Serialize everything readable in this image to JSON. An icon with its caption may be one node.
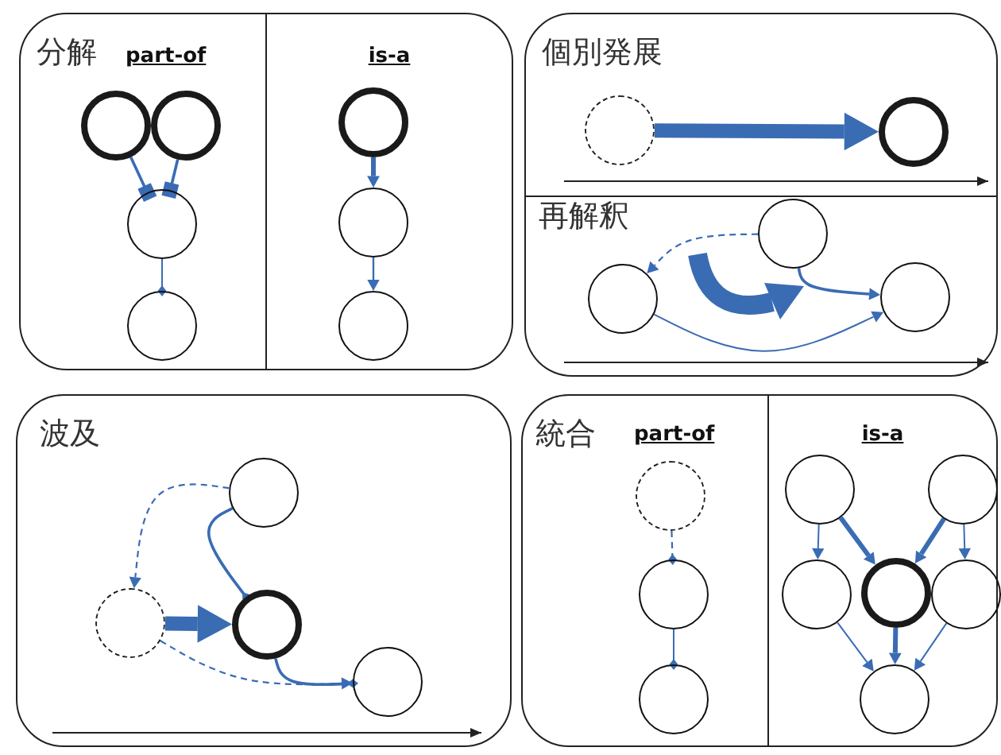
{
  "diagram": {
    "nodes": [
      {
        "text": [
          "分解",
          "part-of"
        ]
      },
      {
        "text": [],
        "shape": "circle",
        "in": 0
      },
      {
        "text": [],
        "shape": "circle",
        "in": 0
      },
      {
        "text": [],
        "shape": "circle",
        "in": 0
      },
      {
        "text": [],
        "shape": "circle",
        "in": 0
      },
      {
        "text": [
          "is-a"
        ]
      },
      {
        "text": [],
        "shape": "circle",
        "in": 5
      },
      {
        "text": [],
        "shape": "circle",
        "in": 5
      },
      {
        "text": [],
        "shape": "circle",
        "in": 5
      },
      {
        "text": [
          "個別発展"
        ]
      },
      {
        "text": [],
        "shape": "circle",
        "in": 9
      },
      {
        "text": [],
        "shape": "circle",
        "in": 9
      },
      {
        "text": [
          "再解釈"
        ]
      },
      {
        "text": [],
        "shape": "circle",
        "in": 12
      },
      {
        "text": [],
        "shape": "circle",
        "in": 12
      },
      {
        "text": [],
        "shape": "circle",
        "in": 12
      },
      {
        "text": [
          "波及"
        ]
      },
      {
        "text": [],
        "shape": "circle",
        "in": 16
      },
      {
        "text": [],
        "shape": "circle",
        "in": 16
      },
      {
        "text": [],
        "shape": "circle",
        "in": 16
      },
      {
        "text": [],
        "shape": "circle",
        "in": 16
      },
      {
        "text": [
          "統合",
          "part-of"
        ]
      },
      {
        "text": [],
        "shape": "circle",
        "in": 21
      },
      {
        "text": [],
        "shape": "circle",
        "in": 21
      },
      {
        "text": [],
        "shape": "circle",
        "in": 21
      },
      {
        "text": [
          "is-a"
        ]
      },
      {
        "text": [],
        "shape": "circle",
        "in": 25
      },
      {
        "text": [],
        "shape": "circle",
        "in": 25
      },
      {
        "text": [],
        "shape": "circle",
        "in": 25
      },
      {
        "text": [],
        "shape": "circle",
        "in": 25
      },
      {
        "text": [],
        "shape": "circle",
        "in": 25
      },
      {
        "text": [],
        "shape": "circle",
        "in": 25
      }
    ],
    "edges": [
      {
        "from": 1,
        "to": 3,
        "arrow": "other"
      },
      {
        "from": 2,
        "to": 3,
        "arrow": "other"
      },
      {
        "from": 3,
        "to": 4,
        "arrow": "other"
      },
      {
        "from": 6,
        "to": 7,
        "arrow": "to",
        "style": "thick"
      },
      {
        "from": 7,
        "to": 8,
        "arrow": "to"
      },
      {
        "from": 10,
        "to": 11,
        "arrow": "to",
        "style": "thick"
      },
      {
        "from": 14,
        "to": 13,
        "arrow": "to",
        "style": "dashed"
      },
      {
        "from": 14,
        "to": 15,
        "arrow": "to"
      },
      {
        "from": 13,
        "to": 15,
        "arrow": "to"
      },
      {
        "from": 17,
        "to": 18,
        "arrow": "to",
        "style": "dashed"
      },
      {
        "from": 17,
        "to": 19,
        "arrow": "other"
      },
      {
        "from": 18,
        "to": 19,
        "arrow": "to",
        "style": "thick"
      },
      {
        "from": 19,
        "to": 20,
        "arrow": "other"
      },
      {
        "from": 18,
        "to": 20,
        "arrow": "to",
        "style": "dashed"
      },
      {
        "from": 22,
        "to": 23,
        "arrow": "other",
        "style": "dashed"
      },
      {
        "from": 23,
        "to": 24,
        "arrow": "other"
      },
      {
        "from": 26,
        "to": 28,
        "arrow": "to"
      },
      {
        "from": 26,
        "to": 29,
        "arrow": "to",
        "style": "thick"
      },
      {
        "from": 27,
        "to": 29,
        "arrow": "to",
        "style": "thick"
      },
      {
        "from": 27,
        "to": 30,
        "arrow": "to"
      },
      {
        "from": 29,
        "to": 31,
        "arrow": "to",
        "style": "thick"
      },
      {
        "from": 28,
        "to": 31,
        "arrow": "to"
      },
      {
        "from": 30,
        "to": 31,
        "arrow": "to"
      }
    ]
  }
}
